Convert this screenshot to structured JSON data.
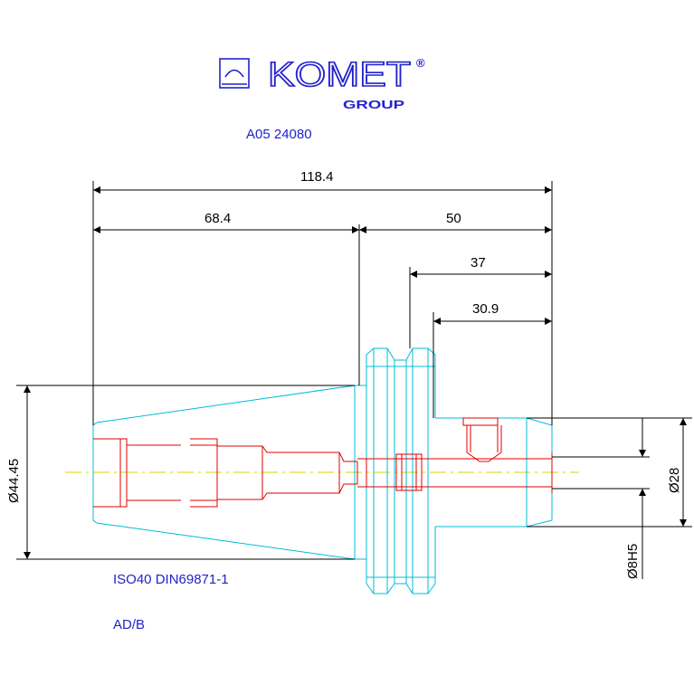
{
  "logo": {
    "brand": "KOMET",
    "registered": "®",
    "group": "GROUP"
  },
  "part_number": "A05 24080",
  "standard": "ISO40 DIN69871-1",
  "coolant_option": "AD/B",
  "dimensions": {
    "overall_length": "118.4",
    "taper_length": "68.4",
    "shank_length": "50",
    "flange_to_end": "37",
    "groove_to_end": "30.9",
    "taper_diameter": "Ø44.45",
    "outer_diameter": "Ø28",
    "bore_diameter": "Ø8H5"
  },
  "colors": {
    "outline": "#00bcd4",
    "bore": "#e00000",
    "centerline": "#d4d400",
    "dimension": "#000000",
    "label": "#2222cc"
  }
}
